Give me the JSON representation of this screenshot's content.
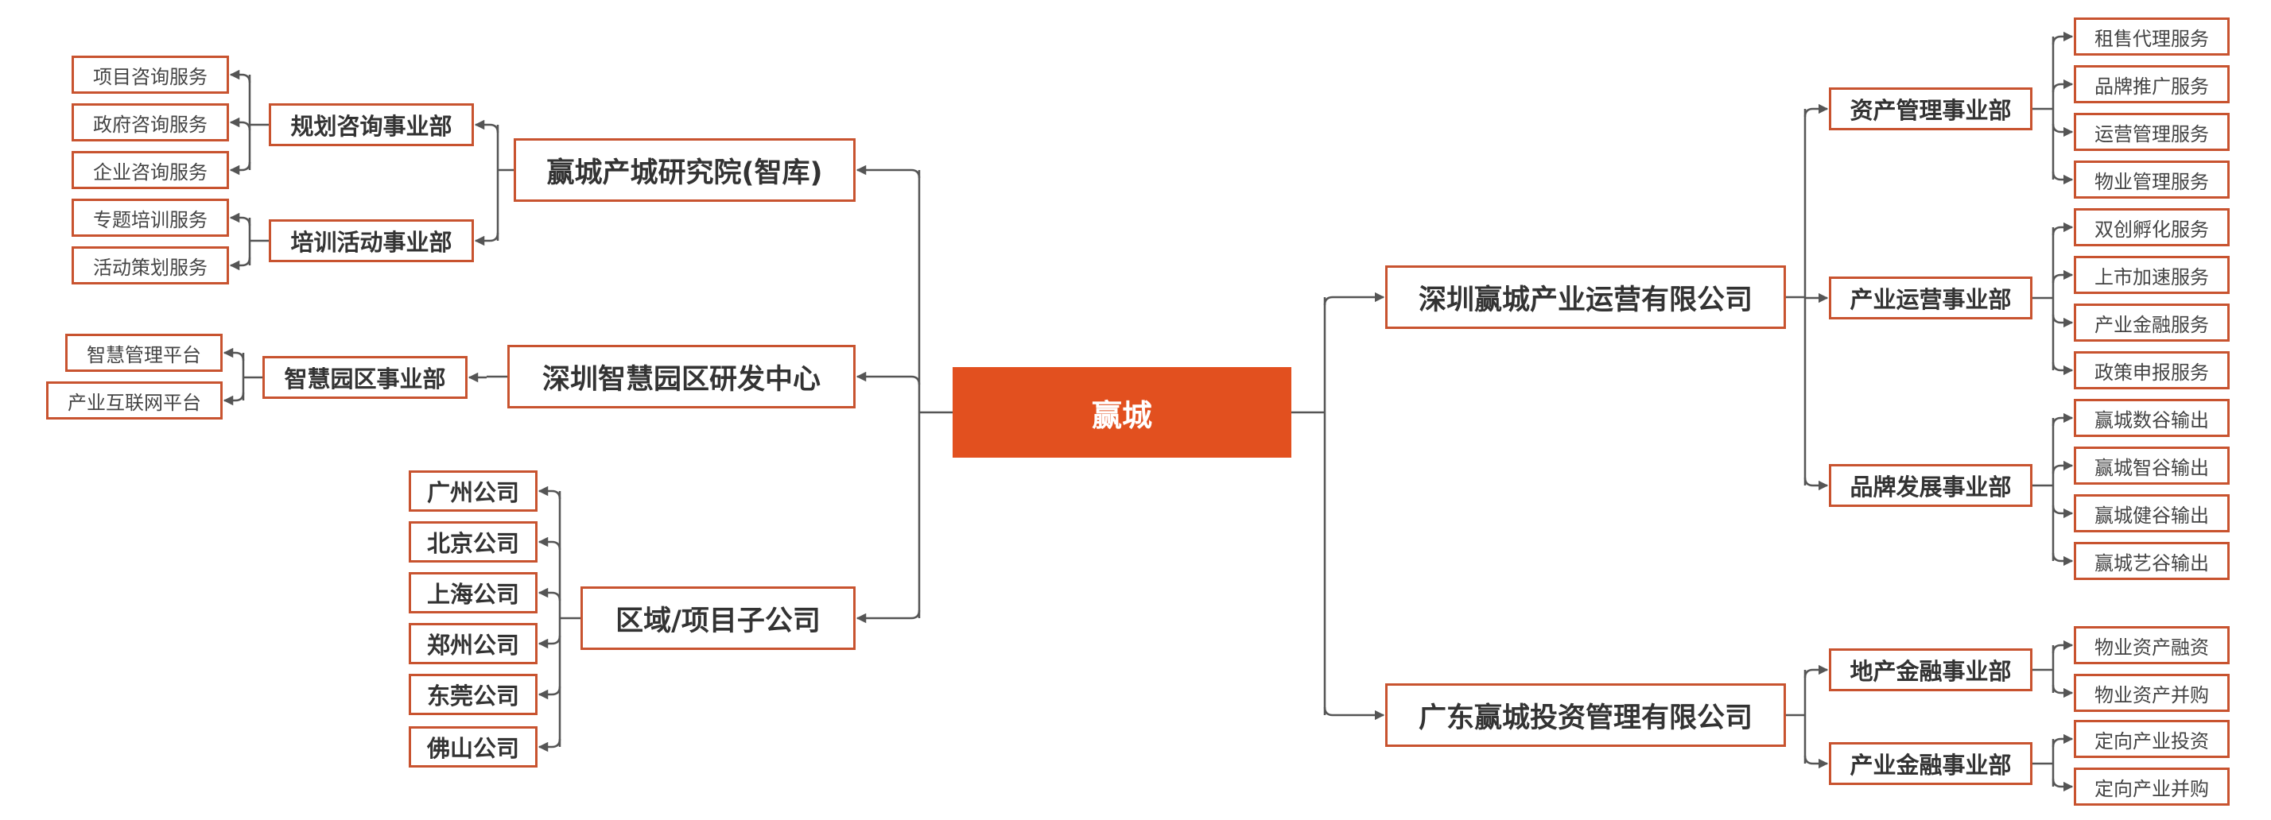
{
  "root": {
    "label": "赢城"
  },
  "left": {
    "research_institute": {
      "label": "赢城产城研究院(智库)",
      "departments": [
        {
          "label": "规划咨询事业部",
          "services": [
            "项目咨询服务",
            "政府咨询服务",
            "企业咨询服务"
          ]
        },
        {
          "label": "培训活动事业部",
          "services": [
            "专题培训服务",
            "活动策划服务"
          ]
        }
      ]
    },
    "smart_park_center": {
      "label": "深圳智慧园区研发中心",
      "departments": [
        {
          "label": "智慧园区事业部",
          "services": [
            "智慧管理平台",
            "产业互联网平台"
          ]
        }
      ]
    },
    "regional_subsidiaries": {
      "label": "区域/项目子公司",
      "companies": [
        "广州公司",
        "北京公司",
        "上海公司",
        "郑州公司",
        "东莞公司",
        "佛山公司"
      ]
    }
  },
  "right": {
    "operations_company": {
      "label": "深圳赢城产业运营有限公司",
      "departments": [
        {
          "label": "资产管理事业部",
          "services": [
            "租售代理服务",
            "品牌推广服务",
            "运营管理服务",
            "物业管理服务"
          ]
        },
        {
          "label": "产业运营事业部",
          "services": [
            "双创孵化服务",
            "上市加速服务",
            "产业金融服务",
            "政策申报服务"
          ]
        },
        {
          "label": "品牌发展事业部",
          "services": [
            "赢城数谷输出",
            "赢城智谷输出",
            "赢城健谷输出",
            "赢城艺谷输出"
          ]
        }
      ]
    },
    "investment_company": {
      "label": "广东赢城投资管理有限公司",
      "departments": [
        {
          "label": "地产金融事业部",
          "services": [
            "物业资产融资",
            "物业资产并购"
          ]
        },
        {
          "label": "产业金融事业部",
          "services": [
            "定向产业投资",
            "定向产业并购"
          ]
        }
      ]
    }
  },
  "colors": {
    "accent": "#e2501f",
    "border": "#c8532f",
    "connector": "#555555",
    "text": "#333333"
  }
}
